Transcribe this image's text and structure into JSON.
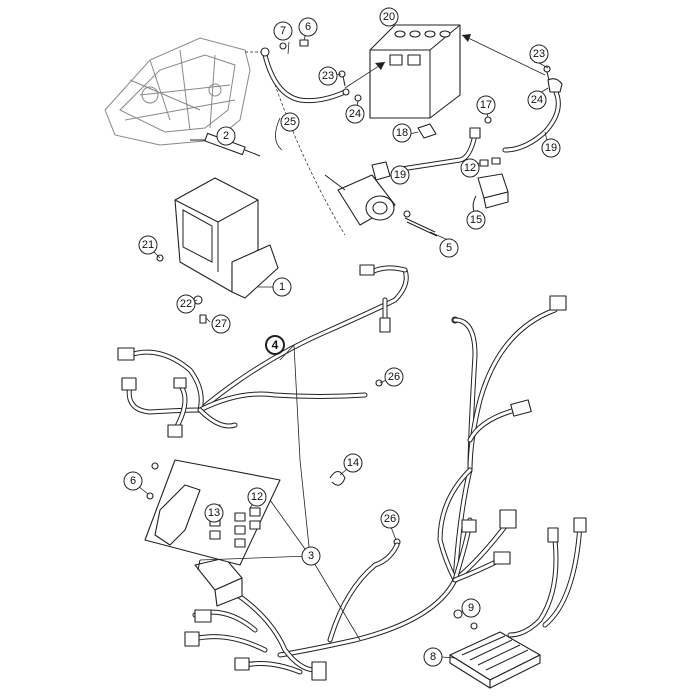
{
  "callouts": {
    "c1": "1",
    "c2": "2",
    "c3": "3",
    "c4": "4",
    "c5": "5",
    "c6a": "6",
    "c6b": "6",
    "c7": "7",
    "c8": "8",
    "c9": "9",
    "c12a": "12",
    "c12b": "12",
    "c13": "13",
    "c14": "14",
    "c15": "15",
    "c17": "17",
    "c18": "18",
    "c19a": "19",
    "c19b": "19",
    "c20": "20",
    "c21": "21",
    "c22": "22",
    "c23a": "23",
    "c23b": "23",
    "c24a": "24",
    "c24b": "24",
    "c25": "25",
    "c26a": "26",
    "c26b": "26",
    "c27": "27"
  }
}
